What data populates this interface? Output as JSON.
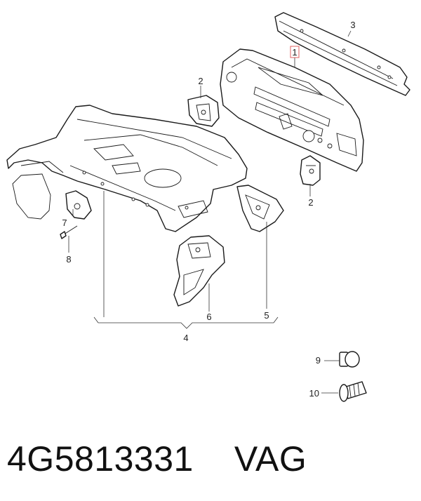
{
  "callouts": {
    "c1": "1",
    "c2a": "2",
    "c2b": "2",
    "c3": "3",
    "c4": "4",
    "c5": "5",
    "c6": "6",
    "c7": "7",
    "c8": "8",
    "c9": "9",
    "c10": "10"
  },
  "footer": {
    "part_number": "4G5813331",
    "brand": "VAG"
  },
  "colors": {
    "line": "#1a1a1a",
    "highlight_box": "#e06060",
    "background": "#ffffff"
  }
}
